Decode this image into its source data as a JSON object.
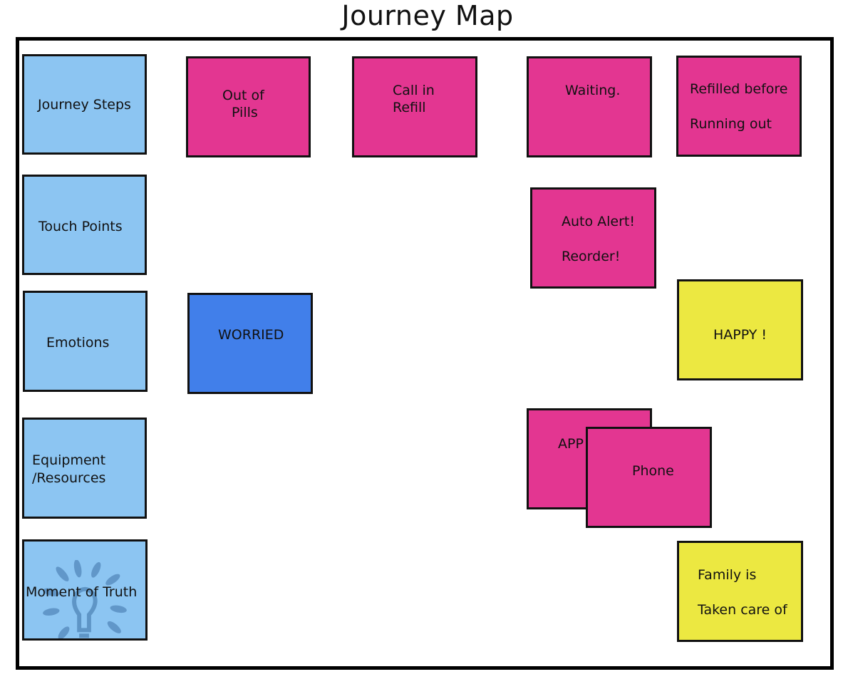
{
  "title": "Journey Map",
  "colors": {
    "row_label": "#8cc5f2",
    "pink": "#e33691",
    "blue": "#417fea",
    "yellow": "#ece841",
    "border": "#000000"
  },
  "rows": {
    "journey_steps": "Journey Steps",
    "touch_points": "Touch Points",
    "emotions": "Emotions",
    "equipment_line1": "Equipment",
    "equipment_line2": "/Resources",
    "moment_of_truth": "Moment of Truth",
    "moment_icon": "lightbulb-icon"
  },
  "steps": {
    "out_of_pills_line1": "Out of",
    "out_of_pills_line2": "Pills",
    "call_in_refill_line1": "Call in",
    "call_in_refill_line2": "Refill",
    "waiting": "Waiting.",
    "refilled_line1": "Refilled before",
    "refilled_line2": "Running out"
  },
  "touch_points": {
    "auto_alert_line1": "Auto Alert!",
    "auto_alert_line2": "Reorder!"
  },
  "emotions": {
    "worried": "WORRIED",
    "happy": "HAPPY !"
  },
  "equipment": {
    "app": "APP",
    "phone": "Phone"
  },
  "moment_of_truth": {
    "line1": "Family is",
    "line2": "Taken care of"
  }
}
